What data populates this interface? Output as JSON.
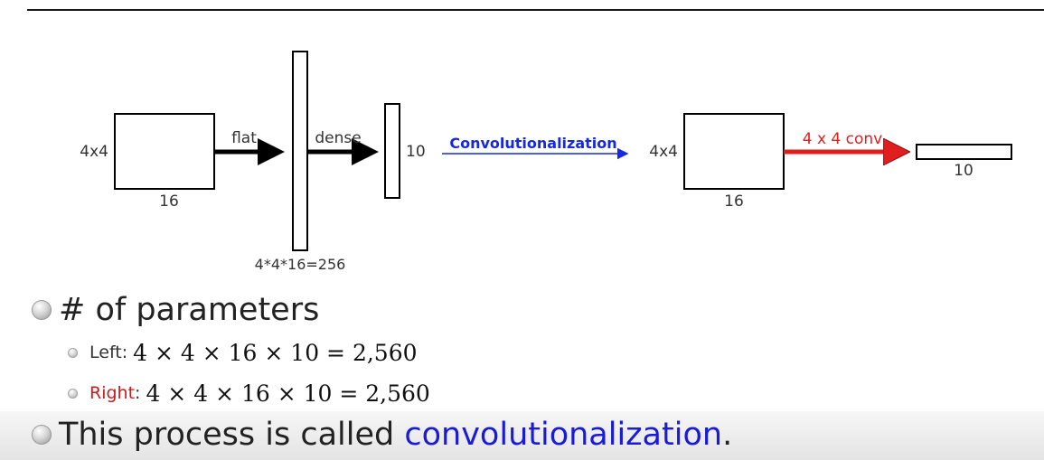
{
  "diagram": {
    "left": {
      "input_side_label": "4x4",
      "input_bottom_label": "16",
      "flat_label": "flat",
      "dense_label": "dense",
      "flat_vector_label": "4*4*16=256",
      "output_label": "10"
    },
    "middle": {
      "convolutionalization_label": "Convolutionalization",
      "arrow_color": "#1428e6"
    },
    "right": {
      "input_side_label": "4x4",
      "input_bottom_label": "16",
      "conv_label": "4 x 4 conv",
      "conv_color": "#e01e1e",
      "output_label": "10"
    }
  },
  "bullets": {
    "params_heading": "# of parameters",
    "left": {
      "label": "Left",
      "formula": "4 × 4 × 16 × 10 = 2,560"
    },
    "right": {
      "label": "Right",
      "label_color": "#d11a1a",
      "formula": "4 × 4 × 16 × 10 = 2,560"
    },
    "conclusion": {
      "prefix": "This process is called ",
      "term": "convolutionalization",
      "suffix": "."
    }
  }
}
